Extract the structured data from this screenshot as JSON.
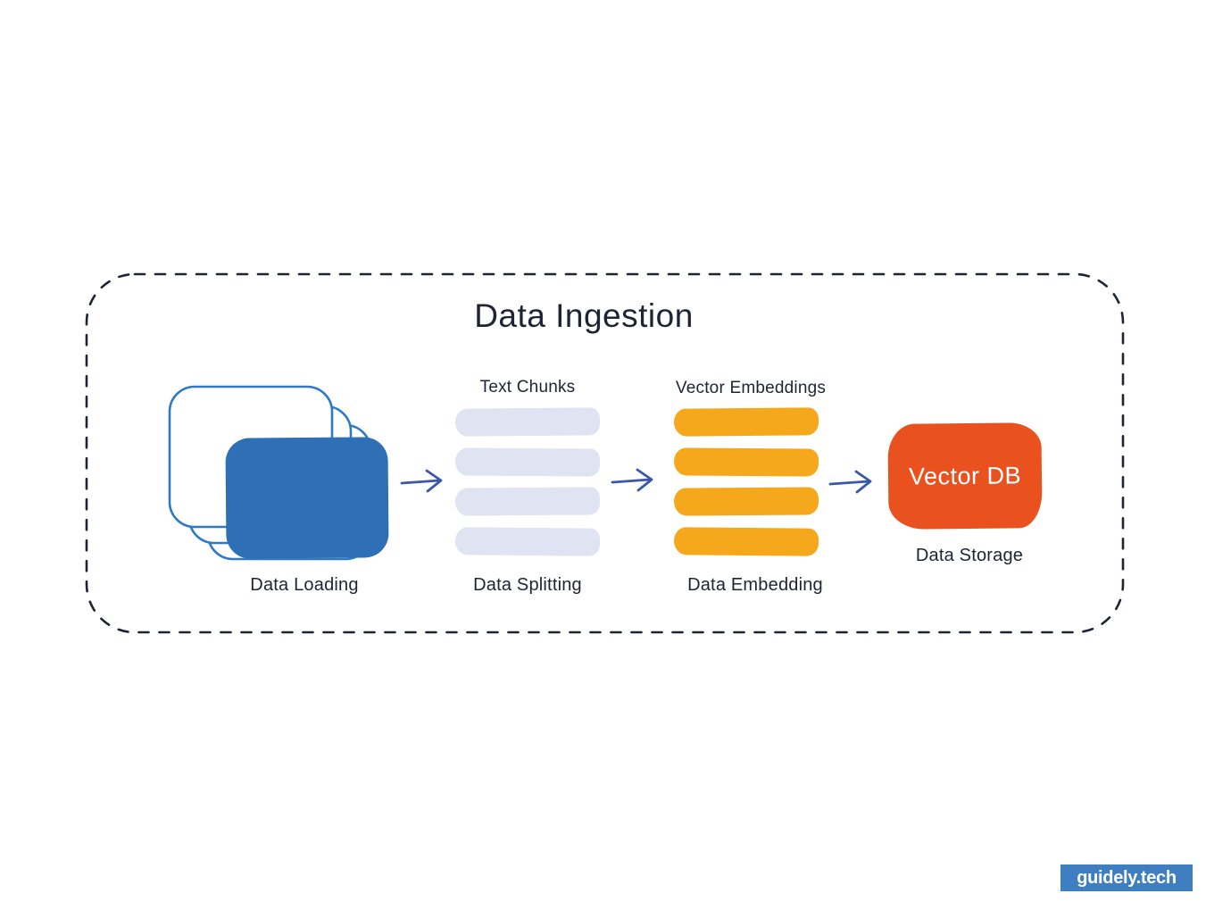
{
  "diagram": {
    "title": "Data Ingestion",
    "stages": [
      {
        "id": "data-loading",
        "label": "Data Loading"
      },
      {
        "id": "data-splitting",
        "top_label": "Text Chunks",
        "label": "Data Splitting",
        "bar_count": 4,
        "bar_color": "#dfe3f2"
      },
      {
        "id": "data-embedding",
        "top_label": "Vector Embeddings",
        "label": "Data Embedding",
        "bar_count": 4,
        "bar_color": "#f6a81c"
      },
      {
        "id": "data-storage",
        "box_label": "Vector DB",
        "label": "Data Storage",
        "box_color": "#e9521e"
      }
    ]
  },
  "branding": {
    "logo_text": "guidely.tech",
    "logo_bg": "#3f7fc1"
  },
  "colors": {
    "text_dark": "#1e2433",
    "dashed_border": "#1e2433",
    "document_outline": "#2f79c7",
    "document_fill": "#2e6fb5",
    "arrow": "#3b57a8"
  }
}
